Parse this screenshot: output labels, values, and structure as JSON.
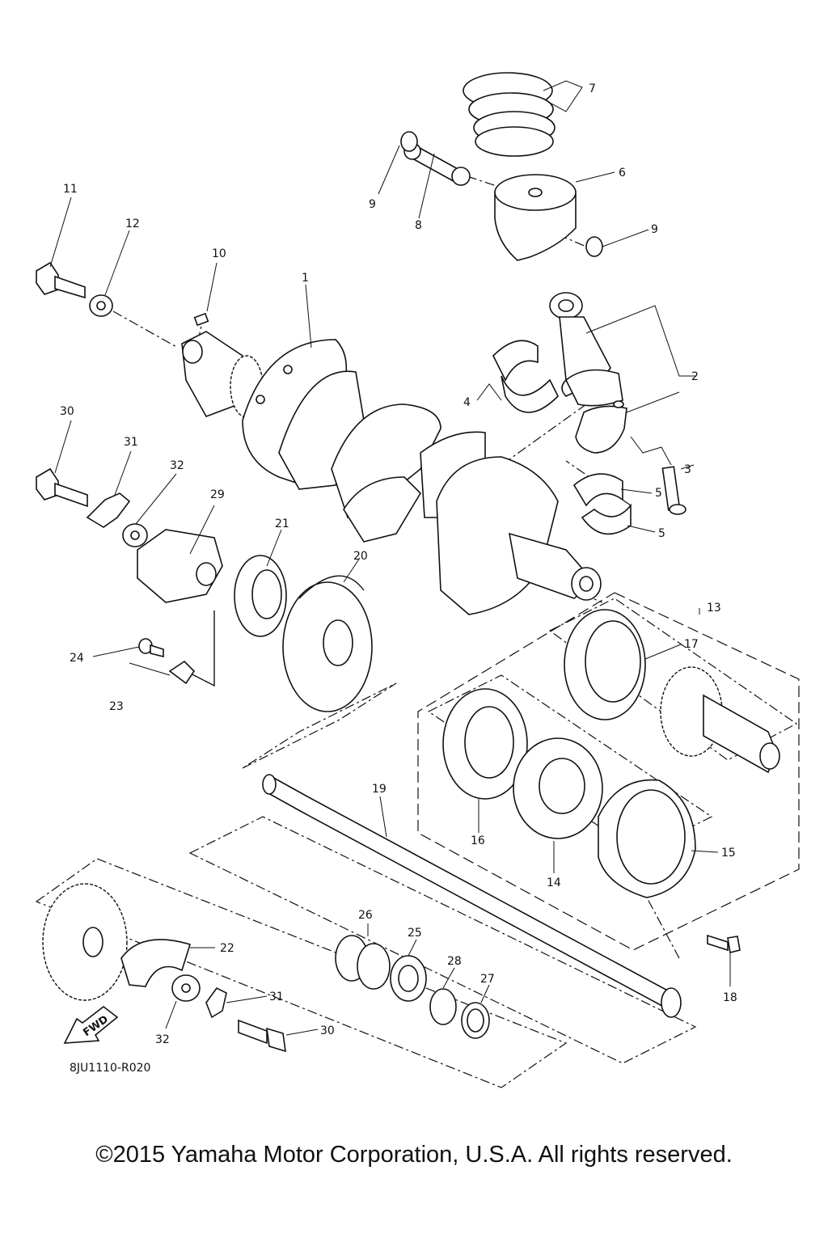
{
  "diagram": {
    "drawing_code": "8JU1110-R020",
    "fwd_label": "FWD",
    "copyright": "©2015 Yamaha Motor Corporation, U.S.A. All rights reserved.",
    "callouts": [
      {
        "id": "c1",
        "text": "1"
      },
      {
        "id": "c2",
        "text": "2"
      },
      {
        "id": "c3",
        "text": "3"
      },
      {
        "id": "c4",
        "text": "4"
      },
      {
        "id": "c5a",
        "text": "5"
      },
      {
        "id": "c5b",
        "text": "5"
      },
      {
        "id": "c6",
        "text": "6"
      },
      {
        "id": "c7",
        "text": "7"
      },
      {
        "id": "c8",
        "text": "8"
      },
      {
        "id": "c9a",
        "text": "9"
      },
      {
        "id": "c9b",
        "text": "9"
      },
      {
        "id": "c10",
        "text": "10"
      },
      {
        "id": "c11",
        "text": "11"
      },
      {
        "id": "c12",
        "text": "12"
      },
      {
        "id": "c13",
        "text": "13"
      },
      {
        "id": "c14",
        "text": "14"
      },
      {
        "id": "c15",
        "text": "15"
      },
      {
        "id": "c16",
        "text": "16"
      },
      {
        "id": "c17",
        "text": "17"
      },
      {
        "id": "c18",
        "text": "18"
      },
      {
        "id": "c19",
        "text": "19"
      },
      {
        "id": "c20",
        "text": "20"
      },
      {
        "id": "c21",
        "text": "21"
      },
      {
        "id": "c22",
        "text": "22"
      },
      {
        "id": "c23",
        "text": "23"
      },
      {
        "id": "c24",
        "text": "24"
      },
      {
        "id": "c25",
        "text": "25"
      },
      {
        "id": "c26",
        "text": "26"
      },
      {
        "id": "c27",
        "text": "27"
      },
      {
        "id": "c28",
        "text": "28"
      },
      {
        "id": "c29",
        "text": "29"
      },
      {
        "id": "c30a",
        "text": "30"
      },
      {
        "id": "c30b",
        "text": "30"
      },
      {
        "id": "c31a",
        "text": "31"
      },
      {
        "id": "c31b",
        "text": "31"
      },
      {
        "id": "c32a",
        "text": "32"
      },
      {
        "id": "c32b",
        "text": "32"
      }
    ]
  }
}
